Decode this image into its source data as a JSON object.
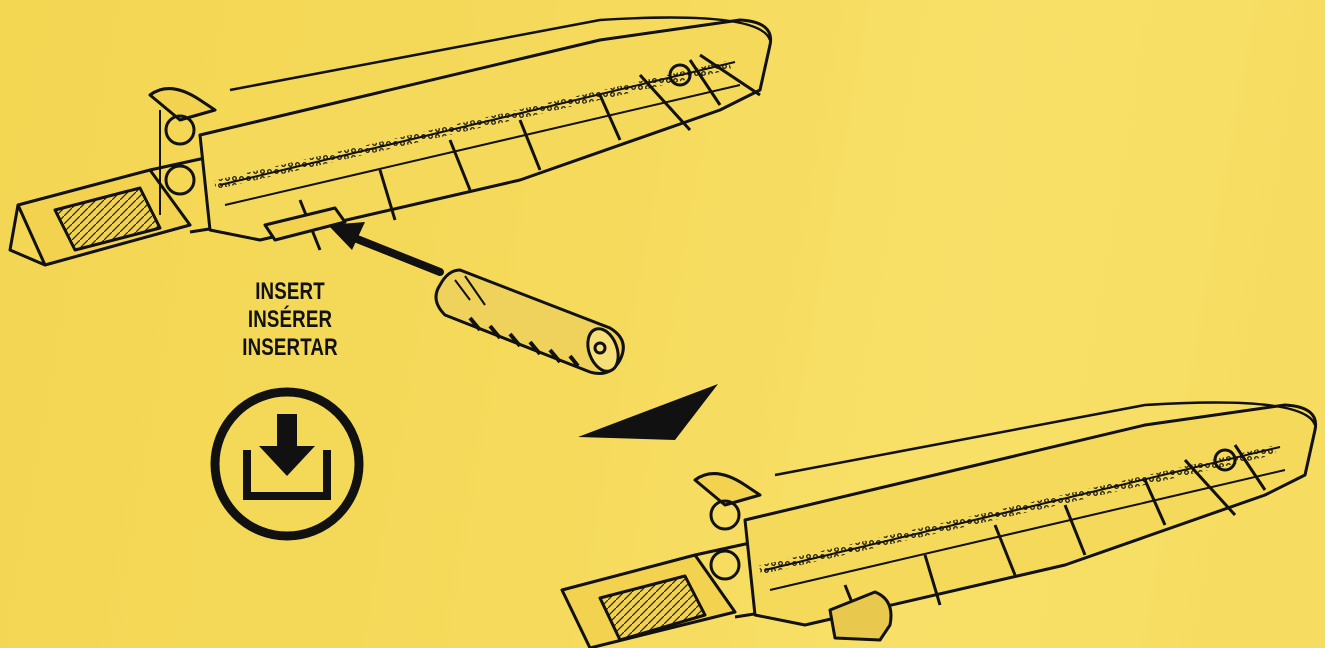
{
  "instruction": {
    "label_en": "INSERT",
    "label_fr": "INSÉRER",
    "label_es": "INSERTAR"
  },
  "icons": {
    "insert": "insert-down-arrow-icon",
    "direction_arrow": "arrow-icon",
    "step_pointer": "step-triangle-icon"
  },
  "colors": {
    "background": "#f4d85a",
    "ink": "#111111"
  }
}
